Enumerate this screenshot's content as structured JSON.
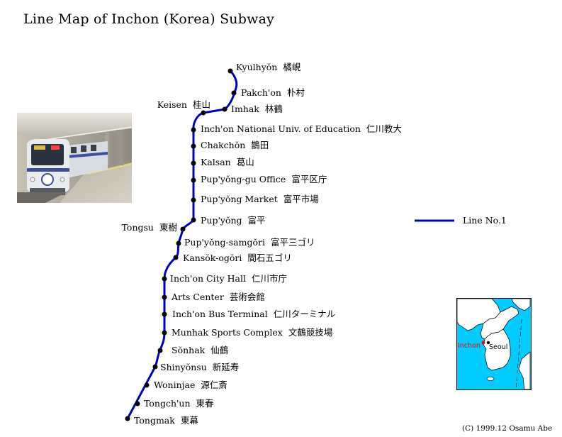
{
  "title": "Line Map of Inchon (Korea) Subway",
  "line": {
    "name": "Line No.1",
    "color": "#0000c0"
  },
  "stations": [
    {
      "name": "Kyulhyŏn",
      "kanji": "橘峴"
    },
    {
      "name": "Pakch'on",
      "kanji": "朴村"
    },
    {
      "name": "Imhak",
      "kanji": "林鶴"
    },
    {
      "name": "Keisen",
      "kanji": "桂山"
    },
    {
      "name": "Inch'on National Univ. of Education",
      "kanji": "仁川教大"
    },
    {
      "name": "Chakchŏn",
      "kanji": "鵲田"
    },
    {
      "name": "Kalsan",
      "kanji": "葛山"
    },
    {
      "name": "Pup'yŏng-gu Office",
      "kanji": "富平区庁"
    },
    {
      "name": "Pup'yŏng Market",
      "kanji": "富平市場"
    },
    {
      "name": "Pup'yŏng",
      "kanji": "富平"
    },
    {
      "name": "Tongsu",
      "kanji": "東樹"
    },
    {
      "name": "Pup'yŏng-samgŏri",
      "kanji": "富平三ゴリ"
    },
    {
      "name": "Kansŏk-ogŏri",
      "kanji": "間石五ゴリ"
    },
    {
      "name": "Inch'on City Hall",
      "kanji": "仁川市庁"
    },
    {
      "name": "Arts Center",
      "kanji": "芸術会館"
    },
    {
      "name": "Inch'on Bus Terminal",
      "kanji": "仁川ターミナル"
    },
    {
      "name": "Munhak Sports Complex",
      "kanji": "文鶴競技場"
    },
    {
      "name": "Sŏnhak",
      "kanji": "仙鶴"
    },
    {
      "name": "Shinyŏnsu",
      "kanji": "新延寿"
    },
    {
      "name": "Woninjae",
      "kanji": "源仁斎"
    },
    {
      "name": "Tongch'un",
      "kanji": "東春"
    },
    {
      "name": "Tongmak",
      "kanji": "東幕"
    }
  ],
  "inset": {
    "inchon_label": "Inchon",
    "seoul_label": "Seoul",
    "sea_color": "#00ccff",
    "land_color": "#ffffff",
    "highlight_color": "#ff0000"
  },
  "copyright": "(C) 1999.12  Osamu Abe"
}
